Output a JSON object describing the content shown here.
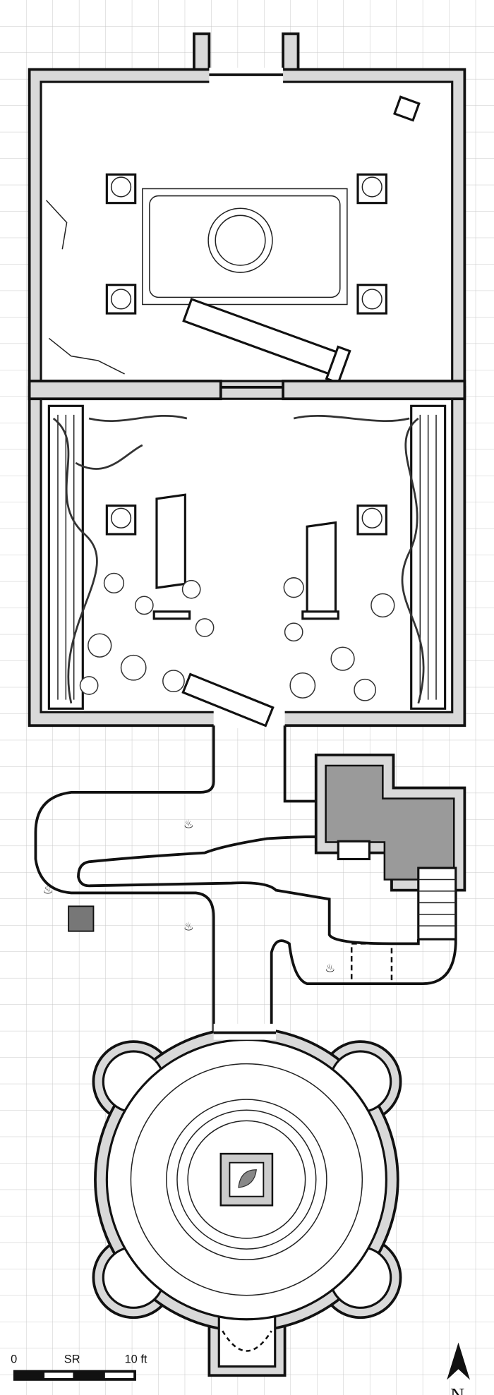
{
  "map": {
    "scale_bar": {
      "start_label": "0",
      "mid_label": "SR",
      "end_label": "10 ft"
    },
    "compass": {
      "label": "N"
    },
    "colors": {
      "ink": "#111111",
      "wall_fill": "#d9d9d9",
      "grid": "#c8c8c8",
      "paper": "#ffffff"
    },
    "features": [
      "upper-hall",
      "overgrown-hall",
      "winding-tunnel",
      "fog-chamber",
      "stairs",
      "round-shrine"
    ]
  }
}
